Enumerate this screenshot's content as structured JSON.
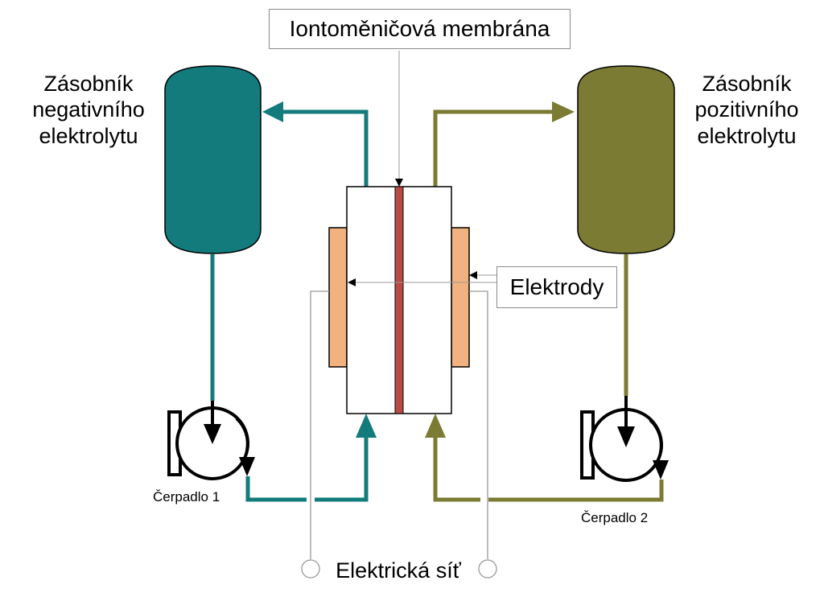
{
  "labels": {
    "membrane": "Iontoměničová membrána",
    "electrodes": "Elektrody",
    "grid": "Elektrická síť",
    "negative_tank": [
      "Zásobník",
      "negativního",
      "elektrolytu"
    ],
    "positive_tank": [
      "Zásobník",
      "pozitivního",
      "elektrolytu"
    ],
    "pump1": "Čerpadlo 1",
    "pump2": "Čerpadlo 2"
  },
  "colors": {
    "negative": "#137b7b",
    "positive": "#7b7b33",
    "electrode": "#f2b27f",
    "membrane": "#b94b45"
  },
  "icons": [
    "tank-icon",
    "pump-icon",
    "arrow-icon",
    "terminal-icon"
  ]
}
